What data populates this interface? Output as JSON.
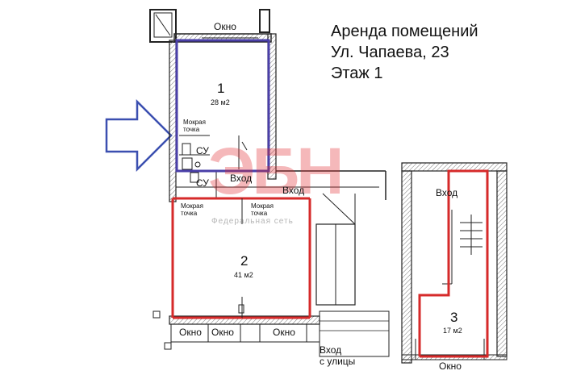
{
  "title": {
    "line1": "Аренда помещений",
    "line2": "Ул. Чапаева, 23",
    "line3": "Этаж 1"
  },
  "watermark": {
    "big": "ЭБН",
    "small": "Федеральная сеть"
  },
  "rooms": [
    {
      "number": "1",
      "area": "28 м2",
      "color": "#4a3fa8"
    },
    {
      "number": "2",
      "area": "41 м2",
      "color": "#d62a2a"
    },
    {
      "number": "3",
      "area": "17 м2",
      "color": "#d62a2a"
    }
  ],
  "labels": {
    "window": "Окно",
    "su": "СУ",
    "entrance": "Вход",
    "wet_point_line1": "Мокрая",
    "wet_point_line2": "точка",
    "street_entrance_line1": "Вход",
    "street_entrance_line2": "с улицы"
  },
  "colors": {
    "arrow": "#3b4fb0",
    "wall": "#222222",
    "hatch": "#888888"
  }
}
